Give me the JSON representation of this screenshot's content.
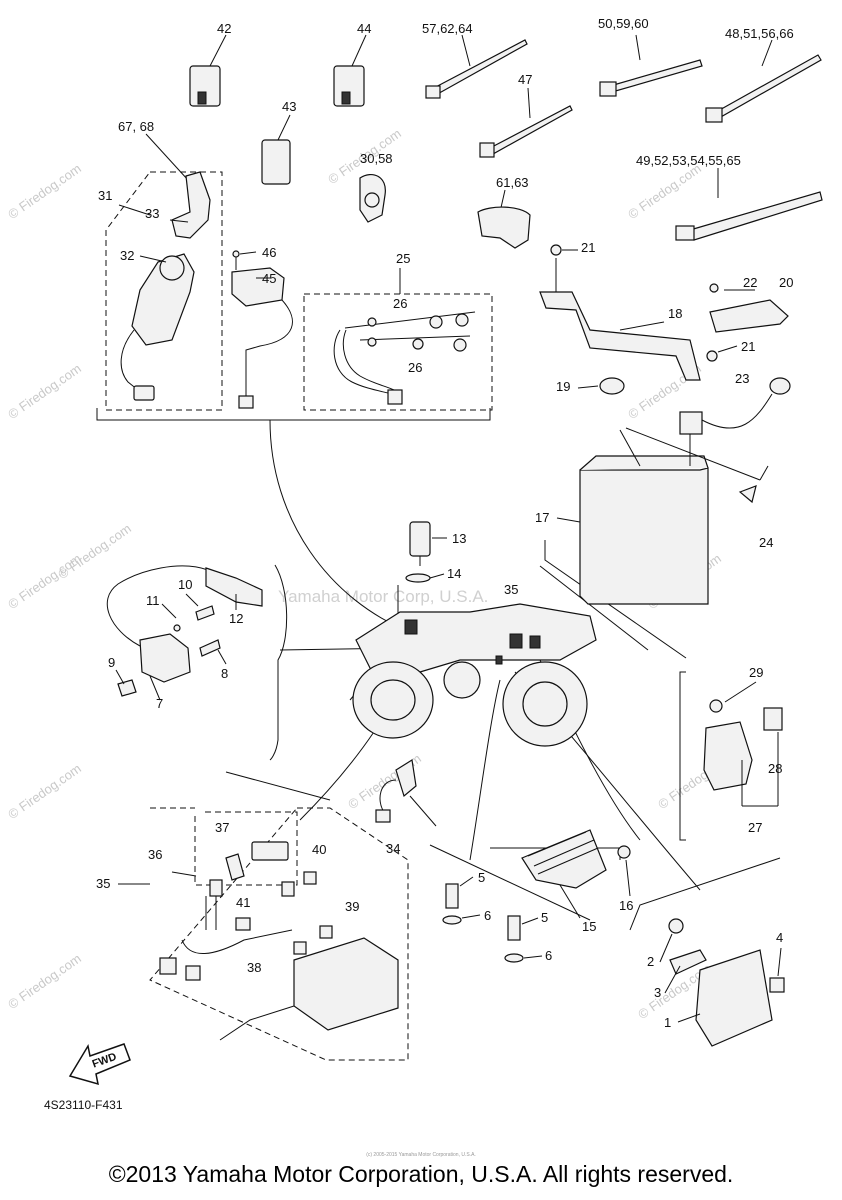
{
  "callouts": {
    "c42": "42",
    "c44": "44",
    "c57_62_64": "57,62,64",
    "c50_59_60": "50,59,60",
    "c48_51_56_66": "48,51,56,66",
    "c43": "43",
    "c47": "47",
    "c67_68": "67, 68",
    "c30_58": "30,58",
    "c61_63": "61,63",
    "c49_52_65": "49,52,53,54,55,65",
    "c31": "31",
    "c33": "33",
    "c32": "32",
    "c46": "46",
    "c45": "45",
    "c25": "25",
    "c26a": "26",
    "c26b": "26",
    "c21a": "21",
    "c22": "22",
    "c20": "20",
    "c18": "18",
    "c21b": "21",
    "c19": "19",
    "c23": "23",
    "c17": "17",
    "c24": "24",
    "c13": "13",
    "c14": "14",
    "c35a": "35",
    "c10": "10",
    "c11": "11",
    "c12": "12",
    "c9": "9",
    "c8": "8",
    "c7": "7",
    "c29": "29",
    "c28": "28",
    "c27": "27",
    "c37": "37",
    "c36": "36",
    "c40": "40",
    "c35b": "35",
    "c41": "41",
    "c39": "39",
    "c38": "38",
    "c34": "34",
    "c5a": "5",
    "c6a": "6",
    "c5b": "5",
    "c6b": "6",
    "c15": "15",
    "c16": "16",
    "c4": "4",
    "c2": "2",
    "c3": "3",
    "c1": "1"
  },
  "fwd_label": "FWD",
  "drawing_number": "4S23110-F431",
  "copyright": "©2013 Yamaha Motor Corporation, U.S.A. All rights reserved.",
  "watermarks": {
    "center": "Yamaha Motor Corp, U.S.A.",
    "firedog": "© Firedog.com",
    "tiny": "(c) 2005-2015 Yamaha Motor Corporation, U.S.A."
  }
}
